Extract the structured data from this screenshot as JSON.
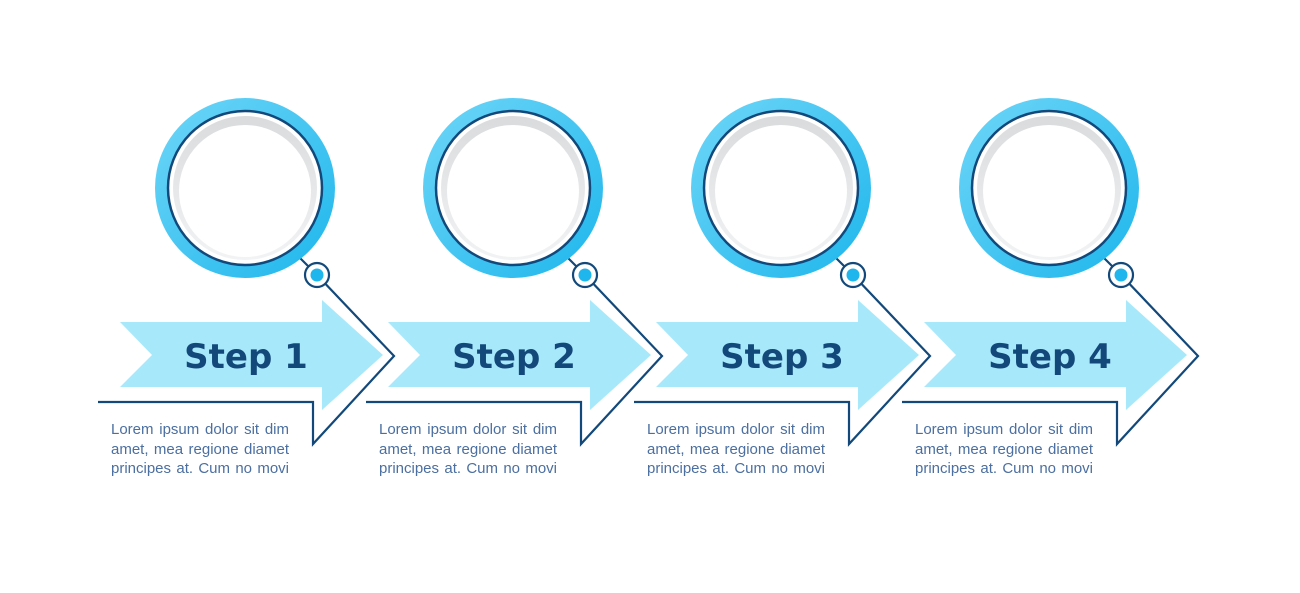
{
  "colors": {
    "ring_outer": "#1eb6ec",
    "ring_outer_light": "#6fd6f8",
    "ring_inner_stroke": "#12497a",
    "ring_fill": "#ffffff",
    "ring_shadow": "#dcdee0",
    "arrow_fill": "#a8e8fb",
    "line": "#12497a",
    "title": "#12497a",
    "text": "#4b6fa0"
  },
  "steps": [
    {
      "title": "Step 1",
      "description": "Lorem ipsum dolor sit dim amet, mea regione diamet principes at. Cum no movi"
    },
    {
      "title": "Step 2",
      "description": "Lorem ipsum dolor sit dim amet, mea regione diamet principes at. Cum no movi"
    },
    {
      "title": "Step 3",
      "description": "Lorem ipsum dolor sit dim amet, mea regione diamet principes at. Cum no movi"
    },
    {
      "title": "Step 4",
      "description": "Lorem ipsum dolor sit dim amet, mea regione diamet principes at. Cum no movi"
    }
  ]
}
